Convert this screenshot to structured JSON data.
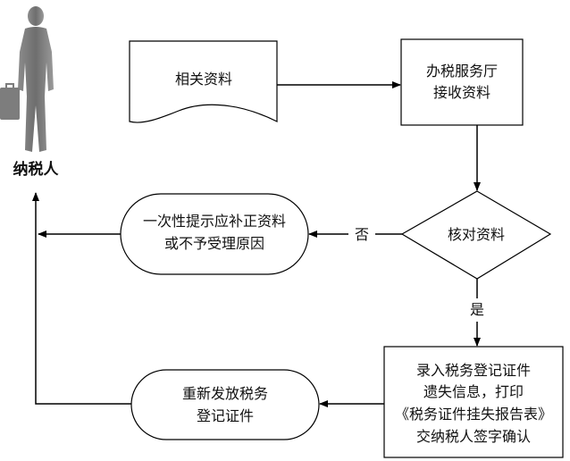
{
  "person": {
    "label": "纳税人",
    "icon": "person-with-briefcase-icon"
  },
  "nodes": {
    "documents": {
      "label": "相关资料"
    },
    "hall": {
      "line1": "办税服务厅",
      "line2": "接收资料"
    },
    "check": {
      "label": "核对资料"
    },
    "reject": {
      "line1": "一次性提示应补正资料",
      "line2": "或不予受理原因"
    },
    "record": {
      "line1": "录入税务登记证件",
      "line2": "遗失信息，打印",
      "line3": "《税务证件挂失报告表》",
      "line4": "交纳税人签字确认"
    },
    "reissue": {
      "line1": "重新发放税务",
      "line2": "登记证件"
    }
  },
  "edge_labels": {
    "no": "否",
    "yes": "是"
  },
  "colors": {
    "stroke": "#000000",
    "box_fill": "#ffffff",
    "person": "#7a7a7a"
  }
}
